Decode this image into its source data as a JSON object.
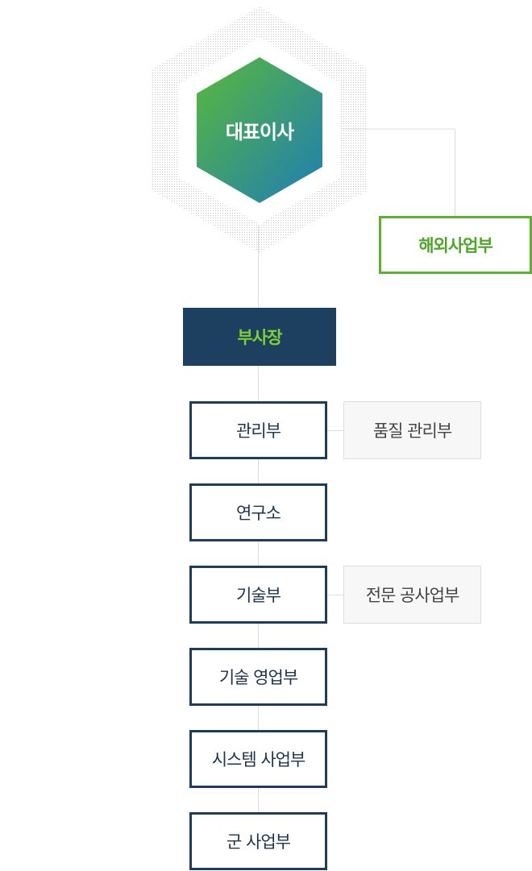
{
  "ceo": {
    "label": "대표이사"
  },
  "overseas": {
    "label": "해외사업부"
  },
  "vp": {
    "label": "부사장"
  },
  "departments": [
    {
      "label": "관리부",
      "sub": "품질 관리부"
    },
    {
      "label": "연구소",
      "sub": null
    },
    {
      "label": "기술부",
      "sub": "전문 공사업부"
    },
    {
      "label": "기술 영업부",
      "sub": null
    },
    {
      "label": "시스템 사업부",
      "sub": null
    },
    {
      "label": "군 사업부",
      "sub": null
    }
  ],
  "colors": {
    "hex_gradient_start": "#5ab83c",
    "hex_gradient_end": "#1e7eb3",
    "navy": "#1e4060",
    "green": "#5cb130",
    "line": "#dcdcdc"
  }
}
